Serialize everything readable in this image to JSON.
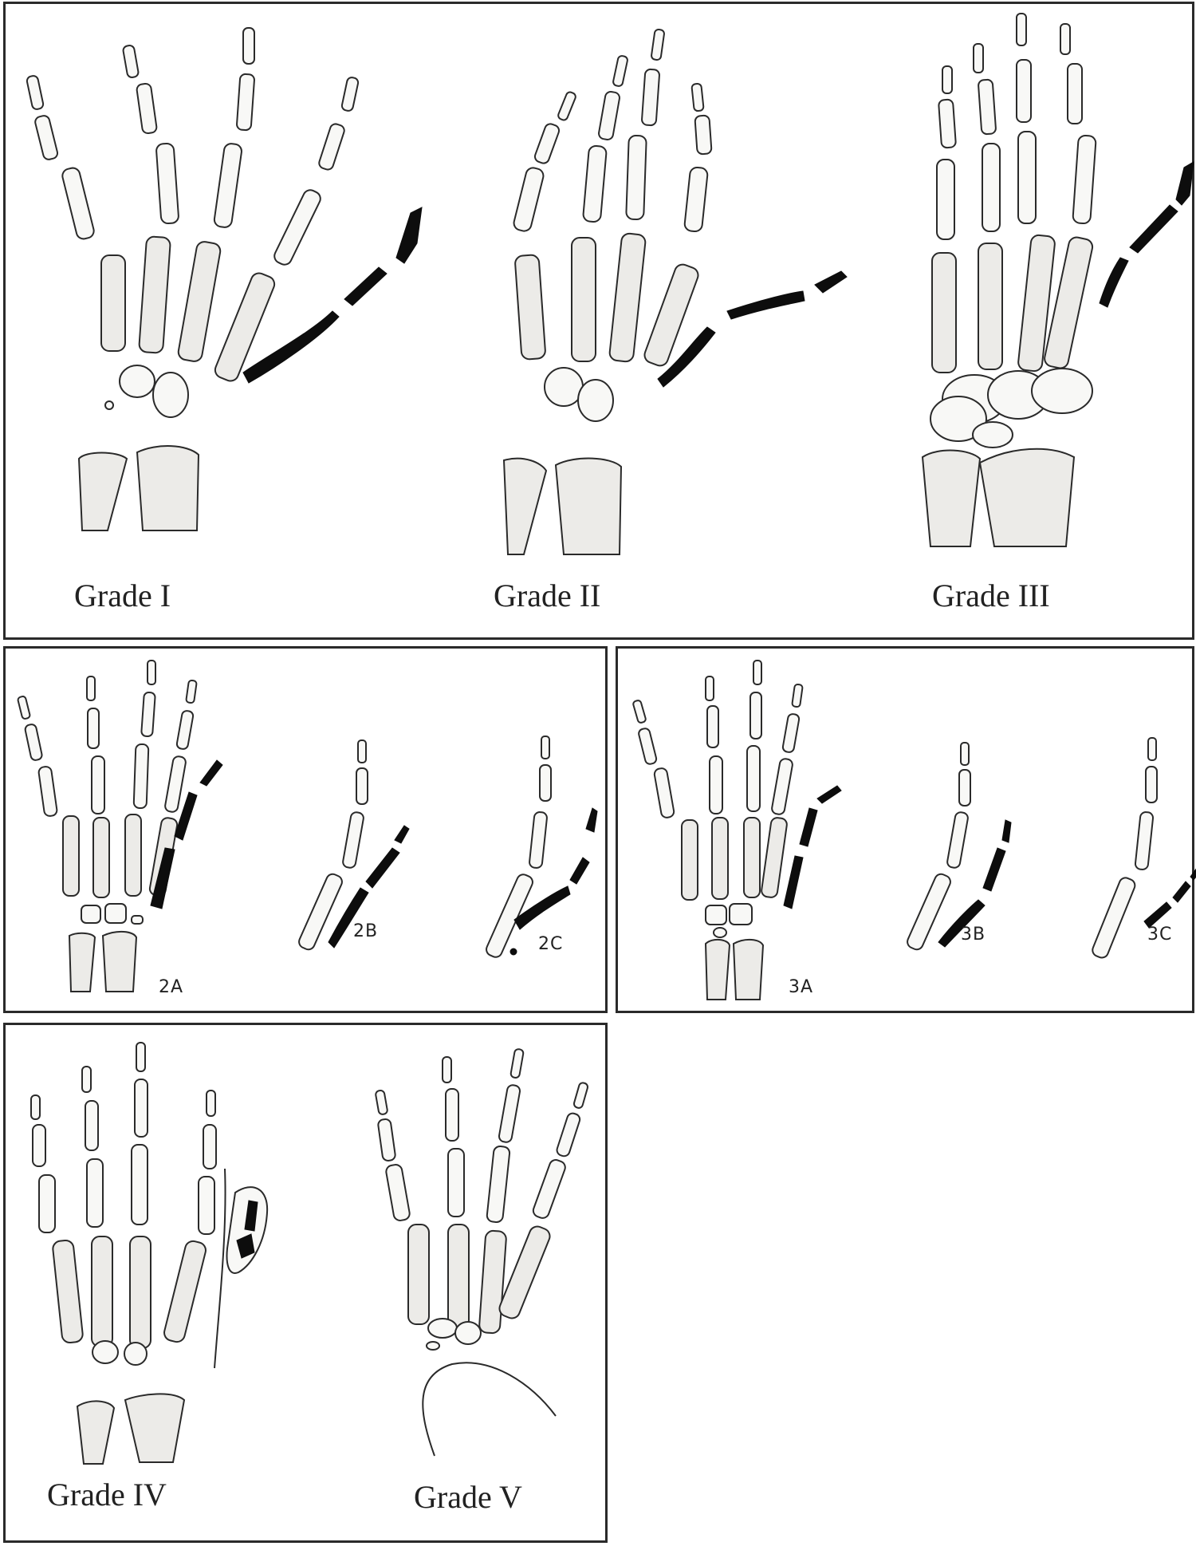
{
  "labels": {
    "grade_1": "Grade I",
    "grade_2": "Grade II",
    "grade_3": "Grade III",
    "grade_4": "Grade IV",
    "grade_5": "Grade V",
    "sub_2a": "2A",
    "sub_2b": "2B",
    "sub_2c": "2C",
    "sub_3a": "3A",
    "sub_3b": "3B",
    "sub_3c": "3C"
  },
  "colors": {
    "bone_fill": "#f8f8f6",
    "bone_stroke": "#2a2a2a",
    "hypoplastic_thumb": "#0d0d0d",
    "panel_border": "#2a2a2a"
  }
}
